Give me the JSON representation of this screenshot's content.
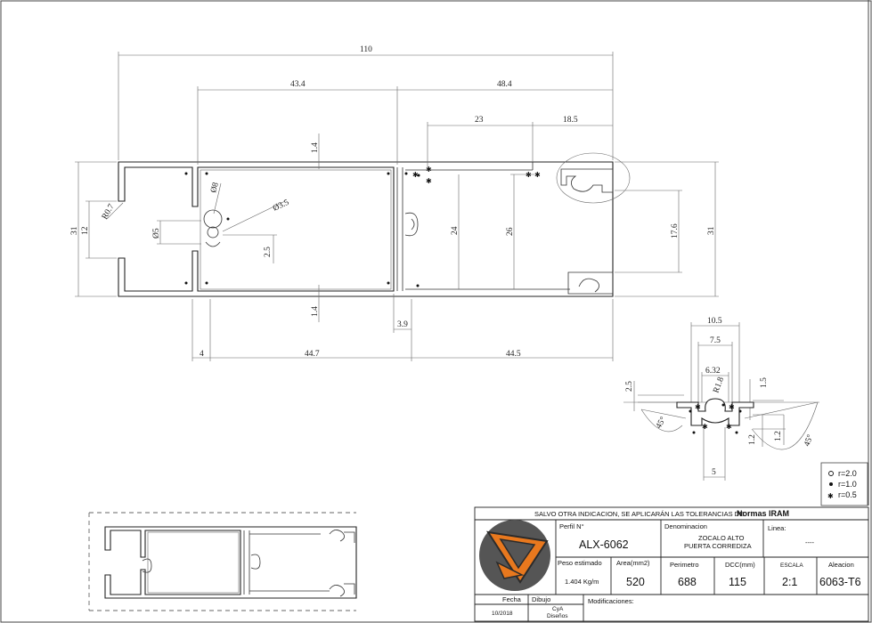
{
  "dimensions": {
    "overall_width": "110",
    "width_left": "43.4",
    "width_right": "48.4",
    "top_23": "23",
    "top_18_5": "18.5",
    "wall_top": "1.4",
    "wall_bottom": "1.4",
    "radius_r07": "R0.7",
    "dia_8": "Ø8",
    "dia_3_5": "Ø3.5",
    "dia_5": "Ø5",
    "gap_2_5": "2.5",
    "height_left": "31",
    "height_right": "31",
    "inner_12": "12",
    "inner_24": "24",
    "inner_26": "26",
    "inner_17_6": "17.6",
    "bottom_4": "4",
    "bottom_44_7": "44.7",
    "bottom_44_5": "44.5",
    "bottom_3_9": "3.9"
  },
  "detail": {
    "d_10_5": "10.5",
    "d_7_5": "7.5",
    "d_6_32": "6.32",
    "d_r1_8": "R1.8",
    "d_2_5": "2.5",
    "d_1_5": "1.5",
    "d_1_2a": "1.2",
    "d_1_2b": "1.2",
    "d_5": "5",
    "angle_left": "45°",
    "angle_right": "45°"
  },
  "legend": {
    "r20": "r=2.0",
    "r10": "r=1.0",
    "r05": "r=0.5"
  },
  "title_block": {
    "header": "SALVO OTRA INDICACION, SE APLICARÁN LAS TOLERANCIAS DE",
    "header_bold": "Normas IRAM",
    "perfil_label": "Perfil  N°",
    "perfil_value": "ALX-6062",
    "denominacion_label": "Denominacion",
    "denominacion_line1": "ZOCALO ALTO",
    "denominacion_line2": "PUERTA CORREDIZA",
    "linea_label": "Linea:",
    "linea_value": "----",
    "peso_label": "Peso estimado",
    "peso_value": "1.404 Kg/m",
    "area_label": "Area(mm2)",
    "area_value": "520",
    "perimetro_label": "Perimetro",
    "perimetro_value": "688",
    "dcc_label": "DCC(mm)",
    "dcc_value": "115",
    "escala_label": "ESCALA",
    "escala_value": "2:1",
    "aleacion_label": "Aleacion",
    "aleacion_value": "6063-T6",
    "fecha_label": "Fecha",
    "fecha_value": "10/2018",
    "dibujo_label": "Dibujo",
    "dibujo_value1": "CyA",
    "dibujo_value2": "Diseños",
    "modificaciones_label": "Modificaciones:"
  },
  "colors": {
    "logo_bg": "#555555",
    "logo_orange": "#e8781e",
    "logo_dark": "#2b2b2b"
  }
}
